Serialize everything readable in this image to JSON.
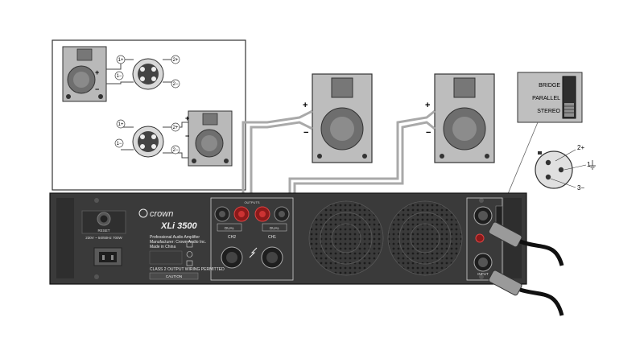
{
  "brand": {
    "logo_text": "crown",
    "model": "XLi 3500"
  },
  "panel": {
    "reset": "RESET",
    "power_rating": "230V ~ 50/60Hz 700W",
    "ch2": "CH2",
    "ch1": "CH1",
    "dual": "DUAL",
    "output_mode": "OUTPUTS",
    "input": "INPUT",
    "caution": "CAUTION",
    "class_output_wiring": "CLASS 2 OUTPUT WIRING PERMITTED",
    "made_in": "Made in China",
    "mfr_line1": "Professional Audio Amplifier",
    "mfr_line2": "Manufacturer: Crown Audio Inc."
  },
  "mode_switch": {
    "bridge": "BRIDGE",
    "parallel": "PARALLEL",
    "stereo": "STEREO"
  },
  "polarity": {
    "plus": "+",
    "minus": "−"
  },
  "speakon": {
    "p1p": "1+",
    "p1m": "1−",
    "p2p": "2+",
    "p2m": "2−"
  },
  "xlr": {
    "pin2": "2+",
    "pin1": "1",
    "pin3": "3−"
  },
  "colors": {
    "chassis": "#3a3a3a",
    "speaker": "#bdbdbd",
    "woofer": "#6e6e6e",
    "cable": "#b0b0b0"
  }
}
